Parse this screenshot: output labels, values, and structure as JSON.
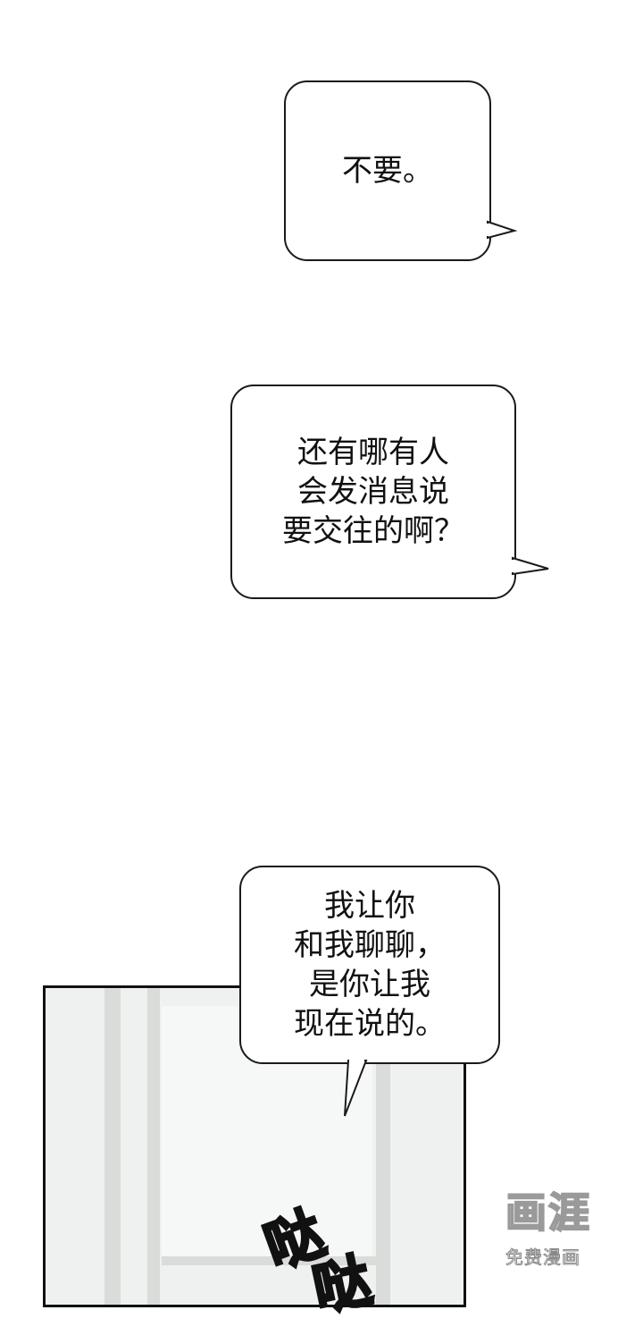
{
  "bubbles": [
    {
      "lines": [
        "不要。"
      ]
    },
    {
      "lines": [
        "还有哪有人",
        "会发消息说",
        "要交往的啊？"
      ]
    },
    {
      "lines": [
        "我让你",
        "和我聊聊，",
        "是你让我",
        "现在说的。"
      ]
    }
  ],
  "sfx": {
    "chars": [
      "哒",
      "哒"
    ]
  },
  "watermark": {
    "logo": "画涯",
    "subtitle": "免费漫画"
  },
  "colors": {
    "outline": "#1a1a1a",
    "panel_bg": "#eef1f0",
    "frame": "#dadcda"
  }
}
